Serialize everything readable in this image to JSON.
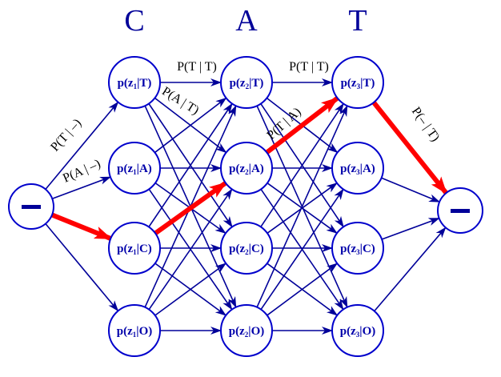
{
  "title": "CAT trellis diagram",
  "columns": [
    {
      "header": "C"
    },
    {
      "header": "A"
    },
    {
      "header": "T"
    }
  ],
  "start_node": {
    "label": "–"
  },
  "end_node": {
    "label": "–"
  },
  "states": [
    "T",
    "A",
    "C",
    "O"
  ],
  "nodes": [
    {
      "id": "z1T",
      "prefix": "p(z",
      "index": "1",
      "state": "|T)"
    },
    {
      "id": "z1A",
      "prefix": "p(z",
      "index": "1",
      "state": "|A)"
    },
    {
      "id": "z1C",
      "prefix": "p(z",
      "index": "1",
      "state": "|C)"
    },
    {
      "id": "z1O",
      "prefix": "p(z",
      "index": "1",
      "state": "|O)"
    },
    {
      "id": "z2T",
      "prefix": "p(z",
      "index": "2",
      "state": "|T)"
    },
    {
      "id": "z2A",
      "prefix": "p(z",
      "index": "2",
      "state": "|A)"
    },
    {
      "id": "z2C",
      "prefix": "p(z",
      "index": "2",
      "state": "|C)"
    },
    {
      "id": "z2O",
      "prefix": "p(z",
      "index": "2",
      "state": "|O)"
    },
    {
      "id": "z3T",
      "prefix": "p(z",
      "index": "3",
      "state": "|T)"
    },
    {
      "id": "z3A",
      "prefix": "p(z",
      "index": "3",
      "state": "|A)"
    },
    {
      "id": "z3C",
      "prefix": "p(z",
      "index": "3",
      "state": "|C)"
    },
    {
      "id": "z3O",
      "prefix": "p(z",
      "index": "3",
      "state": "|O)"
    }
  ],
  "edge_labels": {
    "start_to_T": "P(T | –)",
    "start_to_A": "P(A | –)",
    "z1T_to_z2T": "P(T | T)",
    "z1T_to_z2A": "P(A | T)",
    "z2T_to_z3T": "P(T | T)",
    "z2A_to_z3T": "P(T | A)",
    "z3T_to_end": "P(– | T)"
  },
  "highlighted_path": [
    "start",
    "z1C",
    "z2A",
    "z3T",
    "end"
  ],
  "colors": {
    "node_stroke": "#0000cc",
    "edge": "#000099",
    "highlight": "#ff0000"
  }
}
